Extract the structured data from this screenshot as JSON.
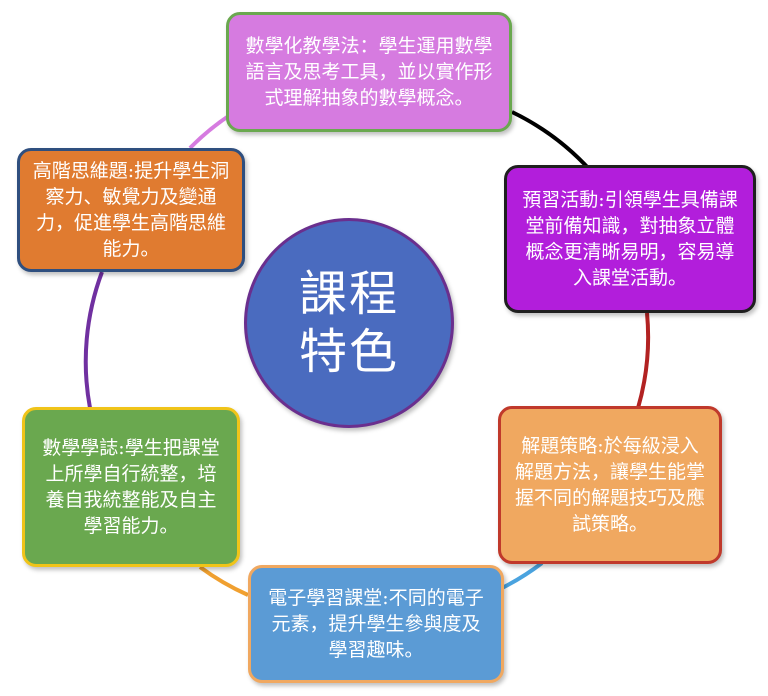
{
  "center": {
    "label": "課程特色",
    "fill": "#4a6bbf",
    "border": "#6a2f8e"
  },
  "boxes": [
    {
      "id": "math-teaching",
      "text": "數學化教學法：學生運用數學語言及思考工具，並以實作形式理解抽象的數學概念。",
      "fill": "#d67be0",
      "border": "#6aa84f",
      "arc_color": "#000000"
    },
    {
      "id": "preview",
      "text": "預習活動:引領學生具備課堂前備知識，對抽象立體概念更清晰易明，容易導入課堂活動。",
      "fill": "#b21edb",
      "border": "#1f1f1f",
      "arc_color": "#b22222"
    },
    {
      "id": "problem-solving",
      "text": "解題策略:於每級浸入解題方法，讓學生能掌握不同的解題技巧及應試策略。",
      "fill": "#f0a860",
      "border": "#c0392b",
      "arc_color": "#4aa3df"
    },
    {
      "id": "e-learning",
      "text": "電子學習課堂:不同的電子元素，提升學生參與度及學習趣味。",
      "fill": "#5b9bd5",
      "border": "#f0a860",
      "arc_color": "#f0a030"
    },
    {
      "id": "math-journal",
      "text": "數學學誌:學生把課堂上所學自行統整，培養自我統整能及自主學習能力。",
      "fill": "#6aa84f",
      "border": "#f0c419",
      "arc_color": "#7030a0"
    },
    {
      "id": "higher-order",
      "text": "高階思維題:提升學生洞察力、敏覺力及變通力，促進學生高階思維能力。",
      "fill": "#e07b30",
      "border": "#2f4f7f",
      "arc_color": "#d67be0"
    }
  ]
}
